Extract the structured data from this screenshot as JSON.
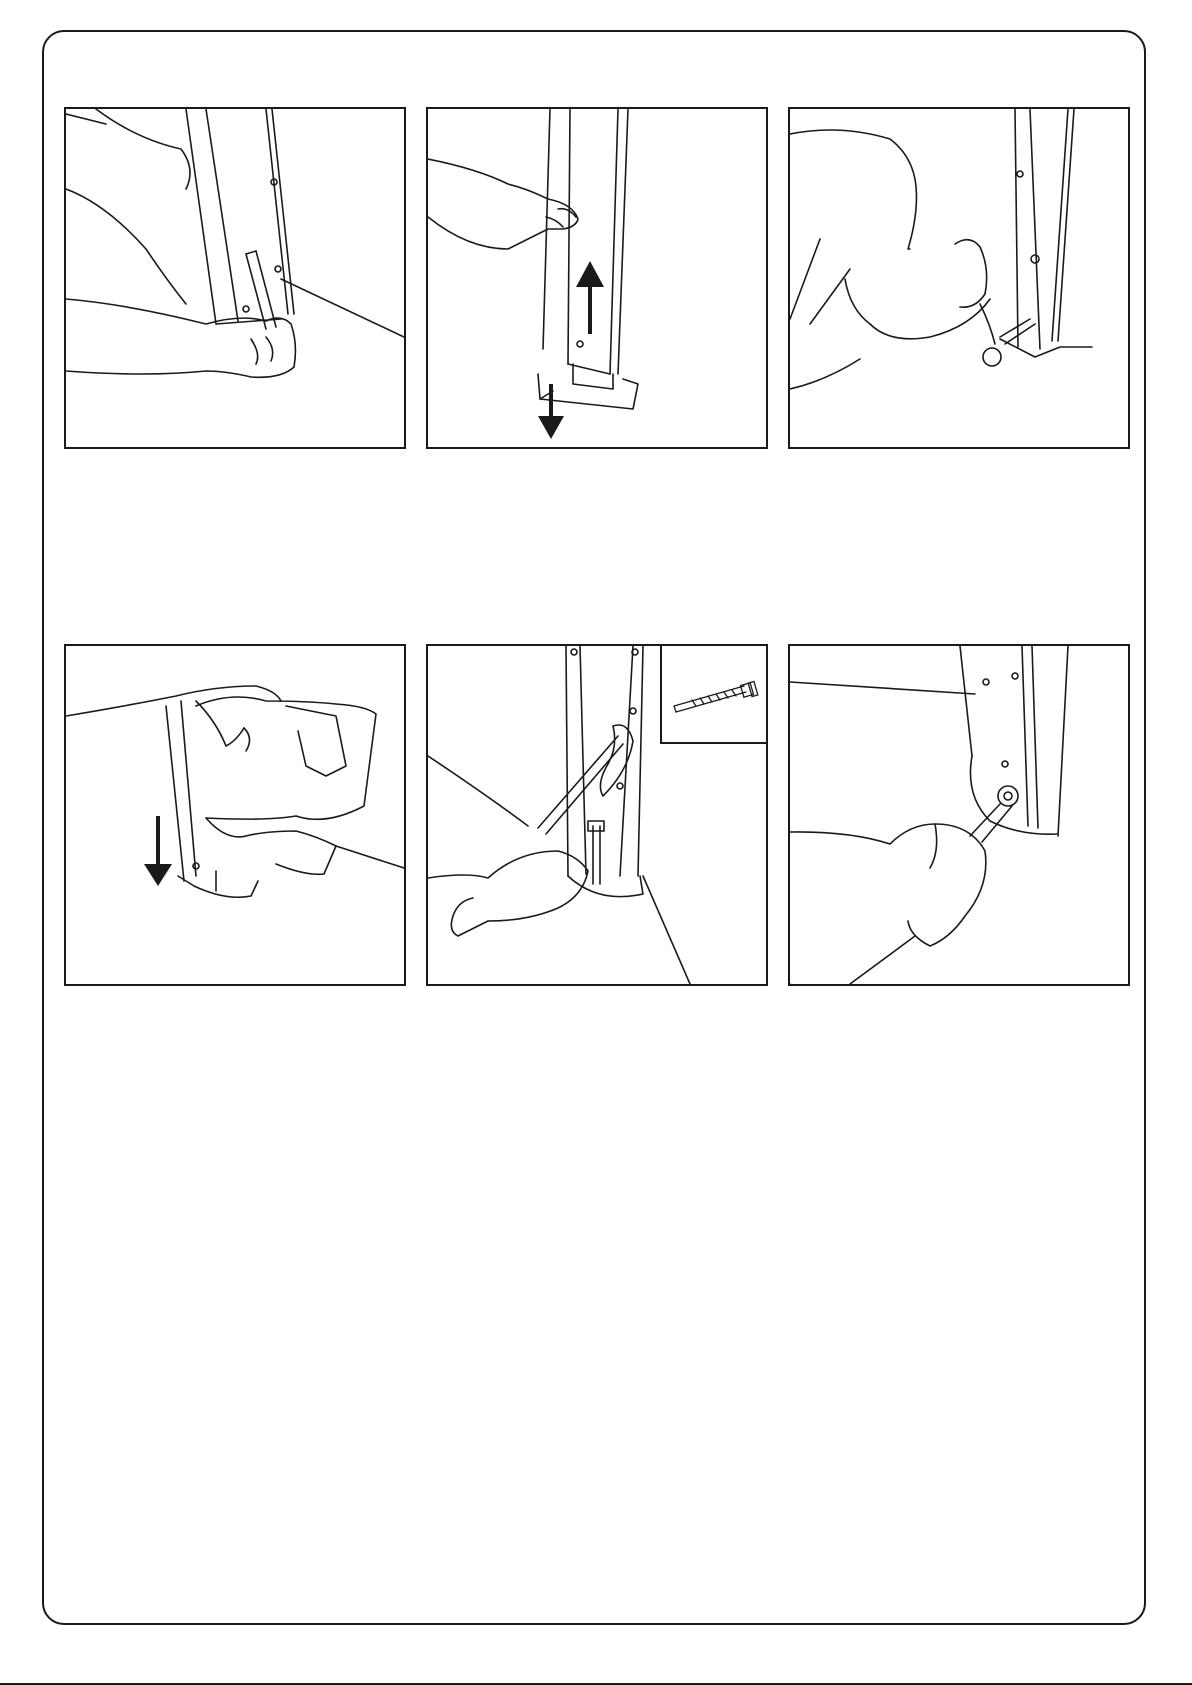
{
  "page": {
    "type": "assembly-instruction-sheet"
  },
  "panels": [
    {
      "id": "step-1",
      "scene": "marking-floor-hole-with-pencil"
    },
    {
      "id": "step-2",
      "scene": "lifting-upright-removing-foot-plate"
    },
    {
      "id": "step-3",
      "scene": "drilling-floor-hole"
    },
    {
      "id": "step-4",
      "scene": "drilling-through-foot-plate"
    },
    {
      "id": "step-5",
      "scene": "hammering-anchor-bolt",
      "inset": "anchor-bolt-detail"
    },
    {
      "id": "step-6",
      "scene": "tightening-bolt-with-wrench"
    }
  ],
  "icons": {
    "arrow_up": "arrow-up-icon",
    "arrow_down": "arrow-down-icon"
  },
  "colors": {
    "line": "#1a1a1a",
    "background": "#ffffff"
  }
}
